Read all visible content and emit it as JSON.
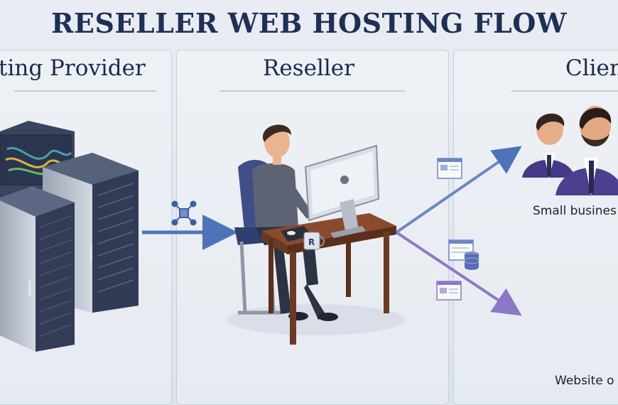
{
  "title": "RESELLER WEB HOSTING FLOW",
  "columns": {
    "provider": {
      "heading": "ting Provider"
    },
    "reseller": {
      "heading": "Reseller"
    },
    "clients": {
      "heading": "Clien"
    }
  },
  "client_groups": [
    {
      "label": "Small busines"
    },
    {
      "label": "Website o"
    }
  ],
  "colors": {
    "title": "#1f2f55",
    "arrow_blue": "#4f73b8",
    "arrow_purple": "#8b78c8",
    "server_dark": "#3c4760",
    "server_light": "#b7bfcc",
    "desk_wood": "#6b3a24",
    "suit_purple": "#4b3f8e"
  },
  "icons": [
    "server-rack-icon",
    "network-node-icon",
    "computer-icon",
    "web-page-icon",
    "database-icon",
    "mug-icon"
  ]
}
